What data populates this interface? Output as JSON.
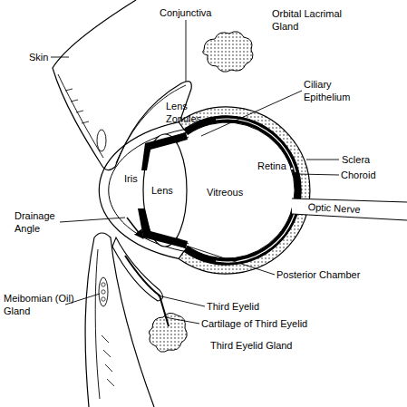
{
  "diagram": {
    "labels": [
      "Skin",
      "Conjunctiva",
      "Orbital Lacrimal Gland",
      "Ciliary Epithelium",
      "Lens Zonules",
      "Sclera",
      "Iris",
      "Lens",
      "Vitreous",
      "Retina",
      "Choroid",
      "Drainage Angle",
      "Optic Nerve",
      "Posterior Chamber",
      "Meibomian (Oil) Gland",
      "Third Eyelid",
      "Cartilage of Third Eyelid",
      "Third Eyelid Gland"
    ]
  }
}
